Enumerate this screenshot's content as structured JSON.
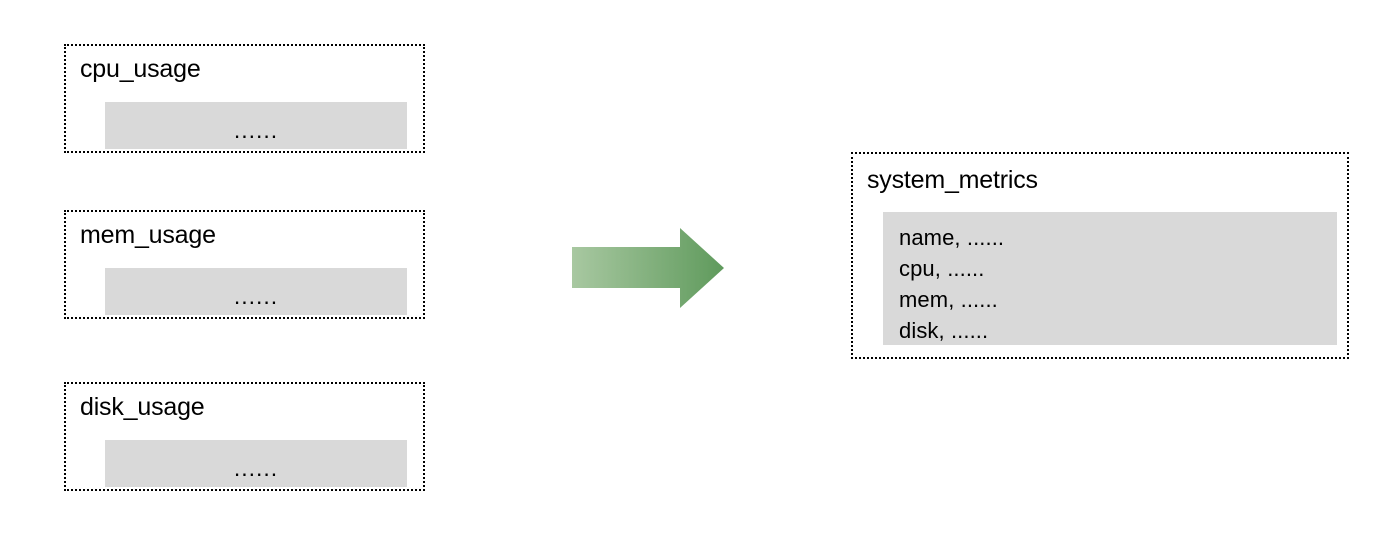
{
  "diagram": {
    "type": "data-aggregation-flow",
    "background_color": "#ffffff",
    "box_fill_color": "#d9d9d9",
    "border_color": "#000000",
    "arrow_gradient_from": "#a2c49b",
    "arrow_gradient_to": "#659a61",
    "sources": [
      {
        "id": "cpu_usage",
        "title": "cpu_usage",
        "body_text": "......"
      },
      {
        "id": "mem_usage",
        "title": "mem_usage",
        "body_text": "......"
      },
      {
        "id": "disk_usage",
        "title": "disk_usage",
        "body_text": "......"
      }
    ],
    "arrow": {
      "name": "merge-arrow",
      "direction": "right"
    },
    "target": {
      "id": "system_metrics",
      "title": "system_metrics",
      "fields": [
        "name, ......",
        "cpu, ......",
        "mem, ......",
        "disk, ......"
      ]
    }
  }
}
